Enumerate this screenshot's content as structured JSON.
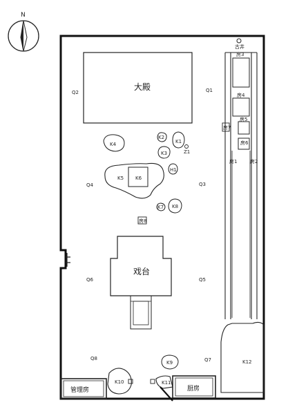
{
  "compass": {
    "north_label": "N"
  },
  "buildings": {
    "main_hall": "大殿",
    "stage": "戏台",
    "management_room": "管理房",
    "kitchen": "厨房",
    "ancient_well": "古井"
  },
  "quadrats": [
    "Q1",
    "Q2",
    "Q3",
    "Q4",
    "Q5",
    "Q6",
    "Q7",
    "Q8"
  ],
  "k_points": [
    "K1",
    "K2",
    "K3",
    "K4",
    "K5",
    "K6",
    "K7",
    "K8",
    "K9",
    "K10",
    "K11",
    "K12"
  ],
  "h_points": [
    "H1"
  ],
  "z_points": [
    "Z1"
  ],
  "corridor_rooms": [
    "房3",
    "房4",
    "房5",
    "房6",
    "房7",
    "房1",
    "房2"
  ],
  "room8": "房8"
}
